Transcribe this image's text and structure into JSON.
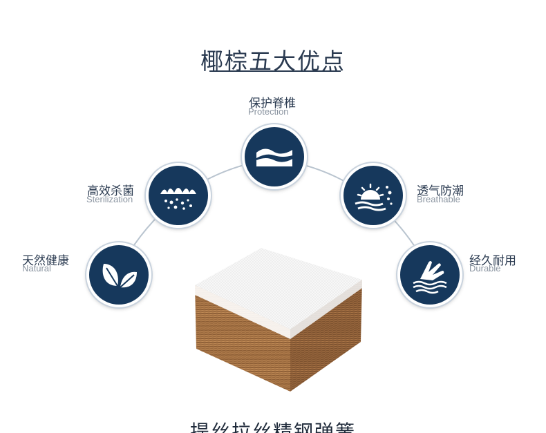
{
  "title": "椰棕五大优点",
  "features": {
    "protection": {
      "cn": "保护脊椎",
      "en": "Protection",
      "icon": "wave-mattress-icon"
    },
    "sterilization": {
      "cn": "高效杀菌",
      "en": "Sterilization",
      "icon": "sterilize-splash-icon"
    },
    "breathable": {
      "cn": "透气防潮",
      "en": "Breathable",
      "icon": "sun-breathe-icon"
    },
    "natural": {
      "cn": "天然健康",
      "en": "Natural",
      "icon": "leaves-icon"
    },
    "durable": {
      "cn": "经久耐用",
      "en": "Durable",
      "icon": "hand-water-icon"
    }
  },
  "colors": {
    "circle": "#16385c",
    "text": "#2a3a50",
    "subtext": "#8a94a0"
  },
  "bottom_text": "提丝拉丝精钢弹簧"
}
